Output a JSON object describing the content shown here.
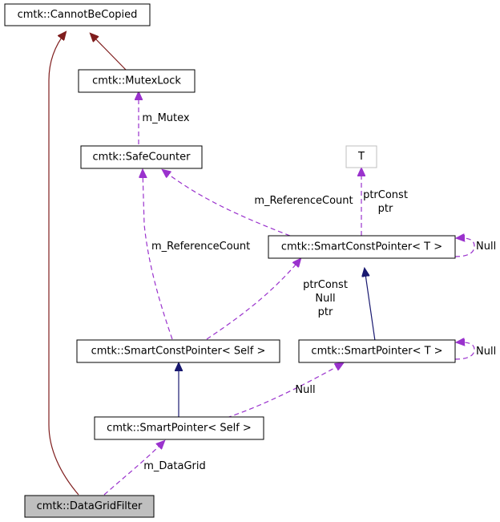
{
  "colors": {
    "inheritance": "#7f1d1d",
    "public_inheritance": "#191970",
    "usage": "#9a32cd",
    "highlight_fill": "#bfbfbf",
    "template_border": "#bfbfbf"
  },
  "nodes": {
    "cannot_be_copied": "cmtk::CannotBeCopied",
    "mutex_lock": "cmtk::MutexLock",
    "safe_counter": "cmtk::SafeCounter",
    "template_t": "T",
    "smart_const_pointer_t": "cmtk::SmartConstPointer< T >",
    "smart_const_pointer_self": "cmtk::SmartConstPointer< Self >",
    "smart_pointer_t": "cmtk::SmartPointer< T >",
    "smart_pointer_self": "cmtk::SmartPointer< Self >",
    "data_grid_filter": "cmtk::DataGridFilter"
  },
  "edge_labels": {
    "m_mutex": "m_Mutex",
    "m_reference_count_a": "m_ReferenceCount",
    "m_reference_count_b": "m_ReferenceCount",
    "ptr_const_ptr_1": "ptrConst",
    "ptr_const_ptr_2": "ptr",
    "self_null_const": "Null",
    "ptr_const_null_ptr_1": "ptrConst",
    "ptr_const_null_ptr_2": "Null",
    "ptr_const_null_ptr_3": "ptr",
    "self_null_smart": "Null",
    "null_smart_self": "Null",
    "m_data_grid": "m_DataGrid"
  }
}
